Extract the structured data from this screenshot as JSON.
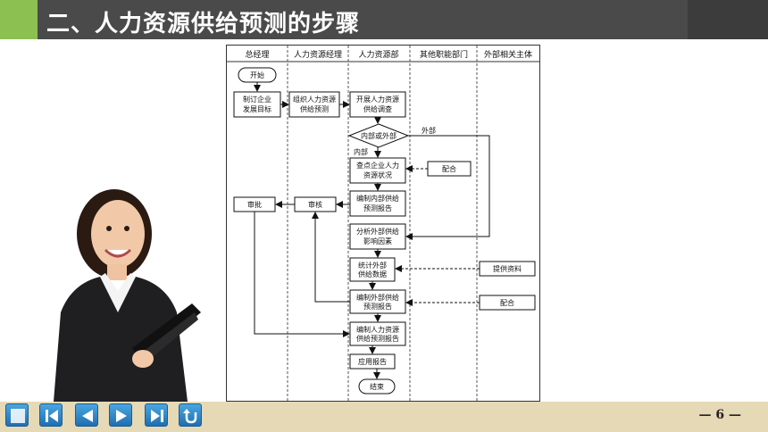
{
  "header": {
    "title": "二、人力资源供给预测的步骤"
  },
  "diagram": {
    "lanes": [
      "总经理",
      "人力资源经理",
      "人力资源部",
      "其他职能部门",
      "外部相关主体"
    ],
    "nodes": {
      "start": "开始",
      "goal_l1": "制订企业",
      "goal_l2": "发展目标",
      "org_l1": "组织人力资源",
      "org_l2": "供给预测",
      "survey_l1": "开展人力资源",
      "survey_l2": "供给调查",
      "decision": "内部或外部",
      "inventory_l1": "查点企业人力",
      "inventory_l2": "资源状况",
      "internal_l1": "编制内部供给",
      "internal_l2": "预测报告",
      "approve": "审批",
      "review": "审核",
      "analyze_l1": "分析外部供给",
      "analyze_l2": "影响因素",
      "stats_l1": "统计外部",
      "stats_l2": "供给数据",
      "external_l1": "编制外部供给",
      "external_l2": "预测报告",
      "final_l1": "编制人力资源",
      "final_l2": "供给预测报告",
      "apply": "应用报告",
      "end": "结束",
      "cooperate_dept": "配合",
      "provide_data": "提供资料",
      "cooperate_ext": "配合"
    },
    "edge_labels": {
      "external": "外部",
      "internal": "内部"
    }
  },
  "footer": {
    "page": "— 6 —"
  },
  "nav": [
    "home",
    "first",
    "prev",
    "next",
    "last",
    "return"
  ],
  "colors": {
    "header": "#4a4a4a",
    "accent": "#8cc152",
    "footer": "#e6d9b6",
    "nav": "#2a86c9"
  }
}
